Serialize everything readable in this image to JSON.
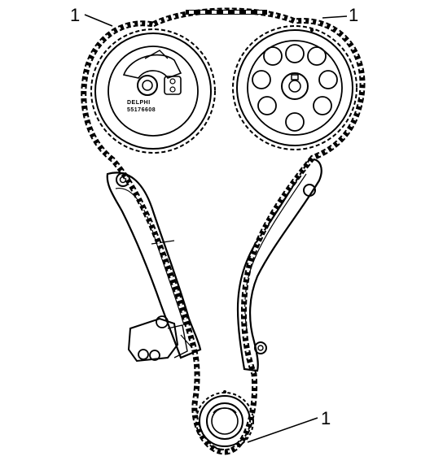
{
  "diagram": {
    "callouts": [
      {
        "id": "callout-top-left",
        "label": "1"
      },
      {
        "id": "callout-top-right",
        "label": "1"
      },
      {
        "id": "callout-bottom-right",
        "label": "1"
      }
    ],
    "sprocket_markings": {
      "brand": "DELPHI",
      "part_number": "55176608"
    },
    "colors": {
      "ink": "#000000",
      "paper": "#ffffff"
    }
  }
}
